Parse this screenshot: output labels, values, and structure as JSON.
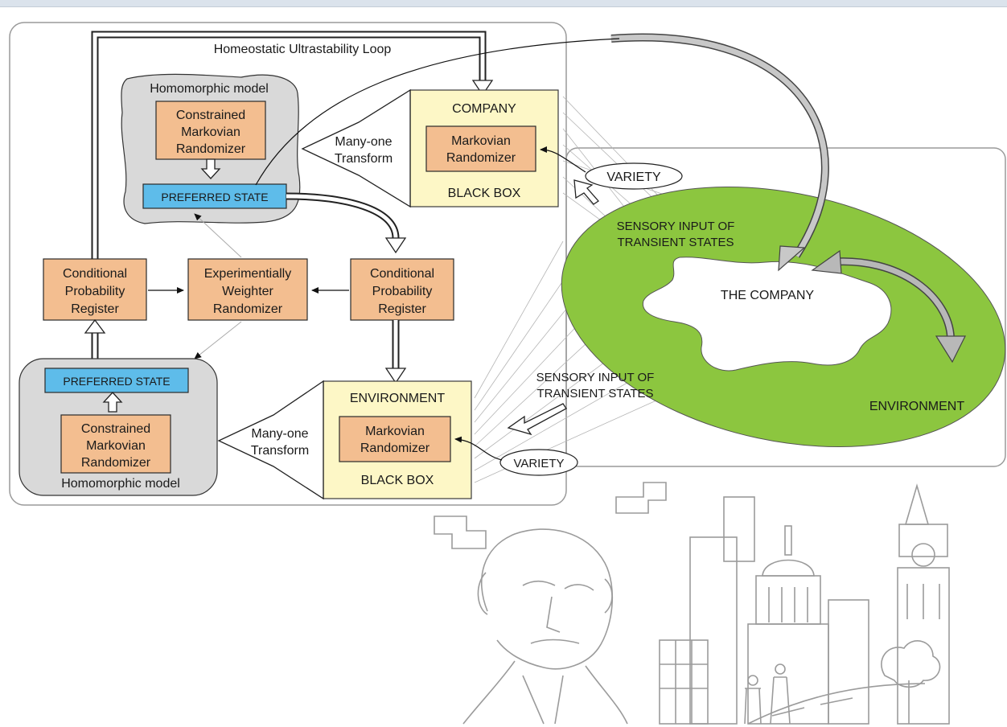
{
  "loop_label": "Homeostatic Ultrastability Loop",
  "top_model": {
    "title": "Homomorphic model",
    "randomizer": [
      "Constrained",
      "Markovian",
      "Randomizer"
    ],
    "preferred": "PREFERRED STATE"
  },
  "bottom_model": {
    "title": "Homomorphic model",
    "randomizer": [
      "Constrained",
      "Markovian",
      "Randomizer"
    ],
    "preferred": "PREFERRED STATE"
  },
  "company_box": {
    "title": "COMPANY",
    "inner": [
      "Markovian",
      "Randomizer"
    ],
    "footer": "BLACK BOX"
  },
  "environment_box": {
    "title": "ENVIRONMENT",
    "inner": [
      "Markovian",
      "Randomizer"
    ],
    "footer": "BLACK BOX"
  },
  "transform_top": [
    "Many-one",
    "Transform"
  ],
  "transform_bottom": [
    "Many-one",
    "Transform"
  ],
  "cond_left": [
    "Conditional",
    "Probability",
    "Register"
  ],
  "cond_right": [
    "Conditional",
    "Probability",
    "Register"
  ],
  "experimental": [
    "Experimentially",
    "Weighter",
    "Randomizer"
  ],
  "variety_top": "VARIETY",
  "variety_bottom": "VARIETY",
  "sensory_top": [
    "SENSORY INPUT OF",
    "TRANSIENT STATES"
  ],
  "sensory_bottom": [
    "SENSORY INPUT OF",
    "TRANSIENT STATES"
  ],
  "the_company": "THE COMPANY",
  "environment_label": "ENVIRONMENT",
  "colors": {
    "orange": "#f3be90",
    "yellow": "#fdf7c6",
    "blue": "#5ebcea",
    "green": "#8cc63f",
    "grey": "#d9d9d9"
  }
}
